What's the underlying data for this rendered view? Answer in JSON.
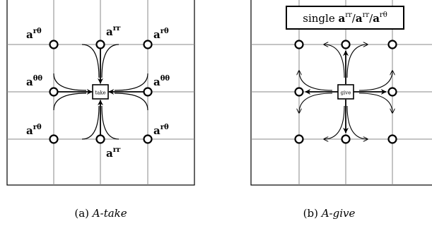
{
  "panel_a": {
    "center_label": "take",
    "labels": {
      "top_left": "a^{rθ}",
      "top": "a^{rr}",
      "top_right": "a^{rθ}",
      "left": "a^{θθ}",
      "right": "a^{θθ}",
      "bottom_left": "a^{rθ}",
      "bottom": "a^{rr}",
      "bottom_right": "a^{rθ}"
    },
    "caption_prefix": "(a)",
    "caption_name": "A-take"
  },
  "panel_b": {
    "center_label": "give",
    "banner": "single a^{rr}/a^{rr}/a^{rθ}",
    "caption_prefix": "(b)",
    "caption_name": "A-give"
  }
}
